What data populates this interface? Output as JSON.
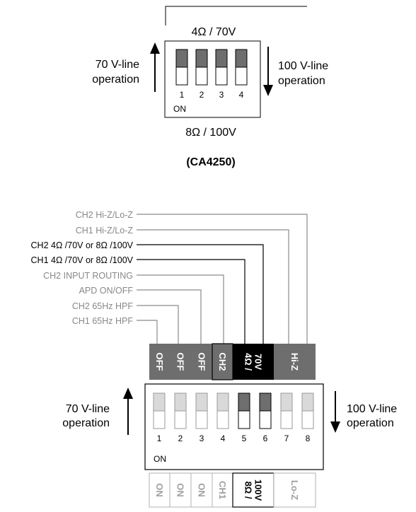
{
  "top": {
    "top_value": "4Ω  / 70V",
    "bottom_value": "8Ω  / 100V",
    "model": "(CA4250)",
    "switch_numbers": [
      "1",
      "2",
      "3",
      "4"
    ],
    "on_label": "ON",
    "left_arrow_text": [
      "70 V-line",
      "operation"
    ],
    "right_arrow_text": [
      "100 V-line",
      "operation"
    ]
  },
  "bottom": {
    "functions": [
      {
        "label": "CH2 Hi-Z/Lo-Z",
        "color": "#888888"
      },
      {
        "label": "CH1 Hi-Z/Lo-Z",
        "color": "#888888"
      },
      {
        "label": "CH2 4Ω /70V or 8Ω /100V",
        "color": "#000000"
      },
      {
        "label": "CH1 4Ω /70V or 8Ω /100V",
        "color": "#000000"
      },
      {
        "label": "CH2 INPUT ROUTING",
        "color": "#888888"
      },
      {
        "label": "APD ON/OFF",
        "color": "#888888"
      },
      {
        "label": "CH2 65Hz HPF",
        "color": "#888888"
      },
      {
        "label": "CH1 65Hz HPF",
        "color": "#888888"
      }
    ],
    "upper_labels": [
      "OFF",
      "OFF",
      "OFF",
      "CH2",
      "4Ω /\n70V",
      "Hi-Z"
    ],
    "lower_labels": [
      "ON",
      "ON",
      "ON",
      "CH1",
      "8Ω /\n100V",
      "Lo-Z"
    ],
    "switch_numbers": [
      "1",
      "2",
      "3",
      "4",
      "5",
      "6",
      "7",
      "8"
    ],
    "on_label": "ON",
    "left_arrow_text": [
      "70 V-line",
      "operation"
    ],
    "right_arrow_text": [
      "100 V-line",
      "operation"
    ]
  },
  "colors": {
    "dark_grey": "#6e6e6e",
    "light_grey": "#d9d9d9",
    "black": "#000000",
    "grey_text": "#888888"
  }
}
